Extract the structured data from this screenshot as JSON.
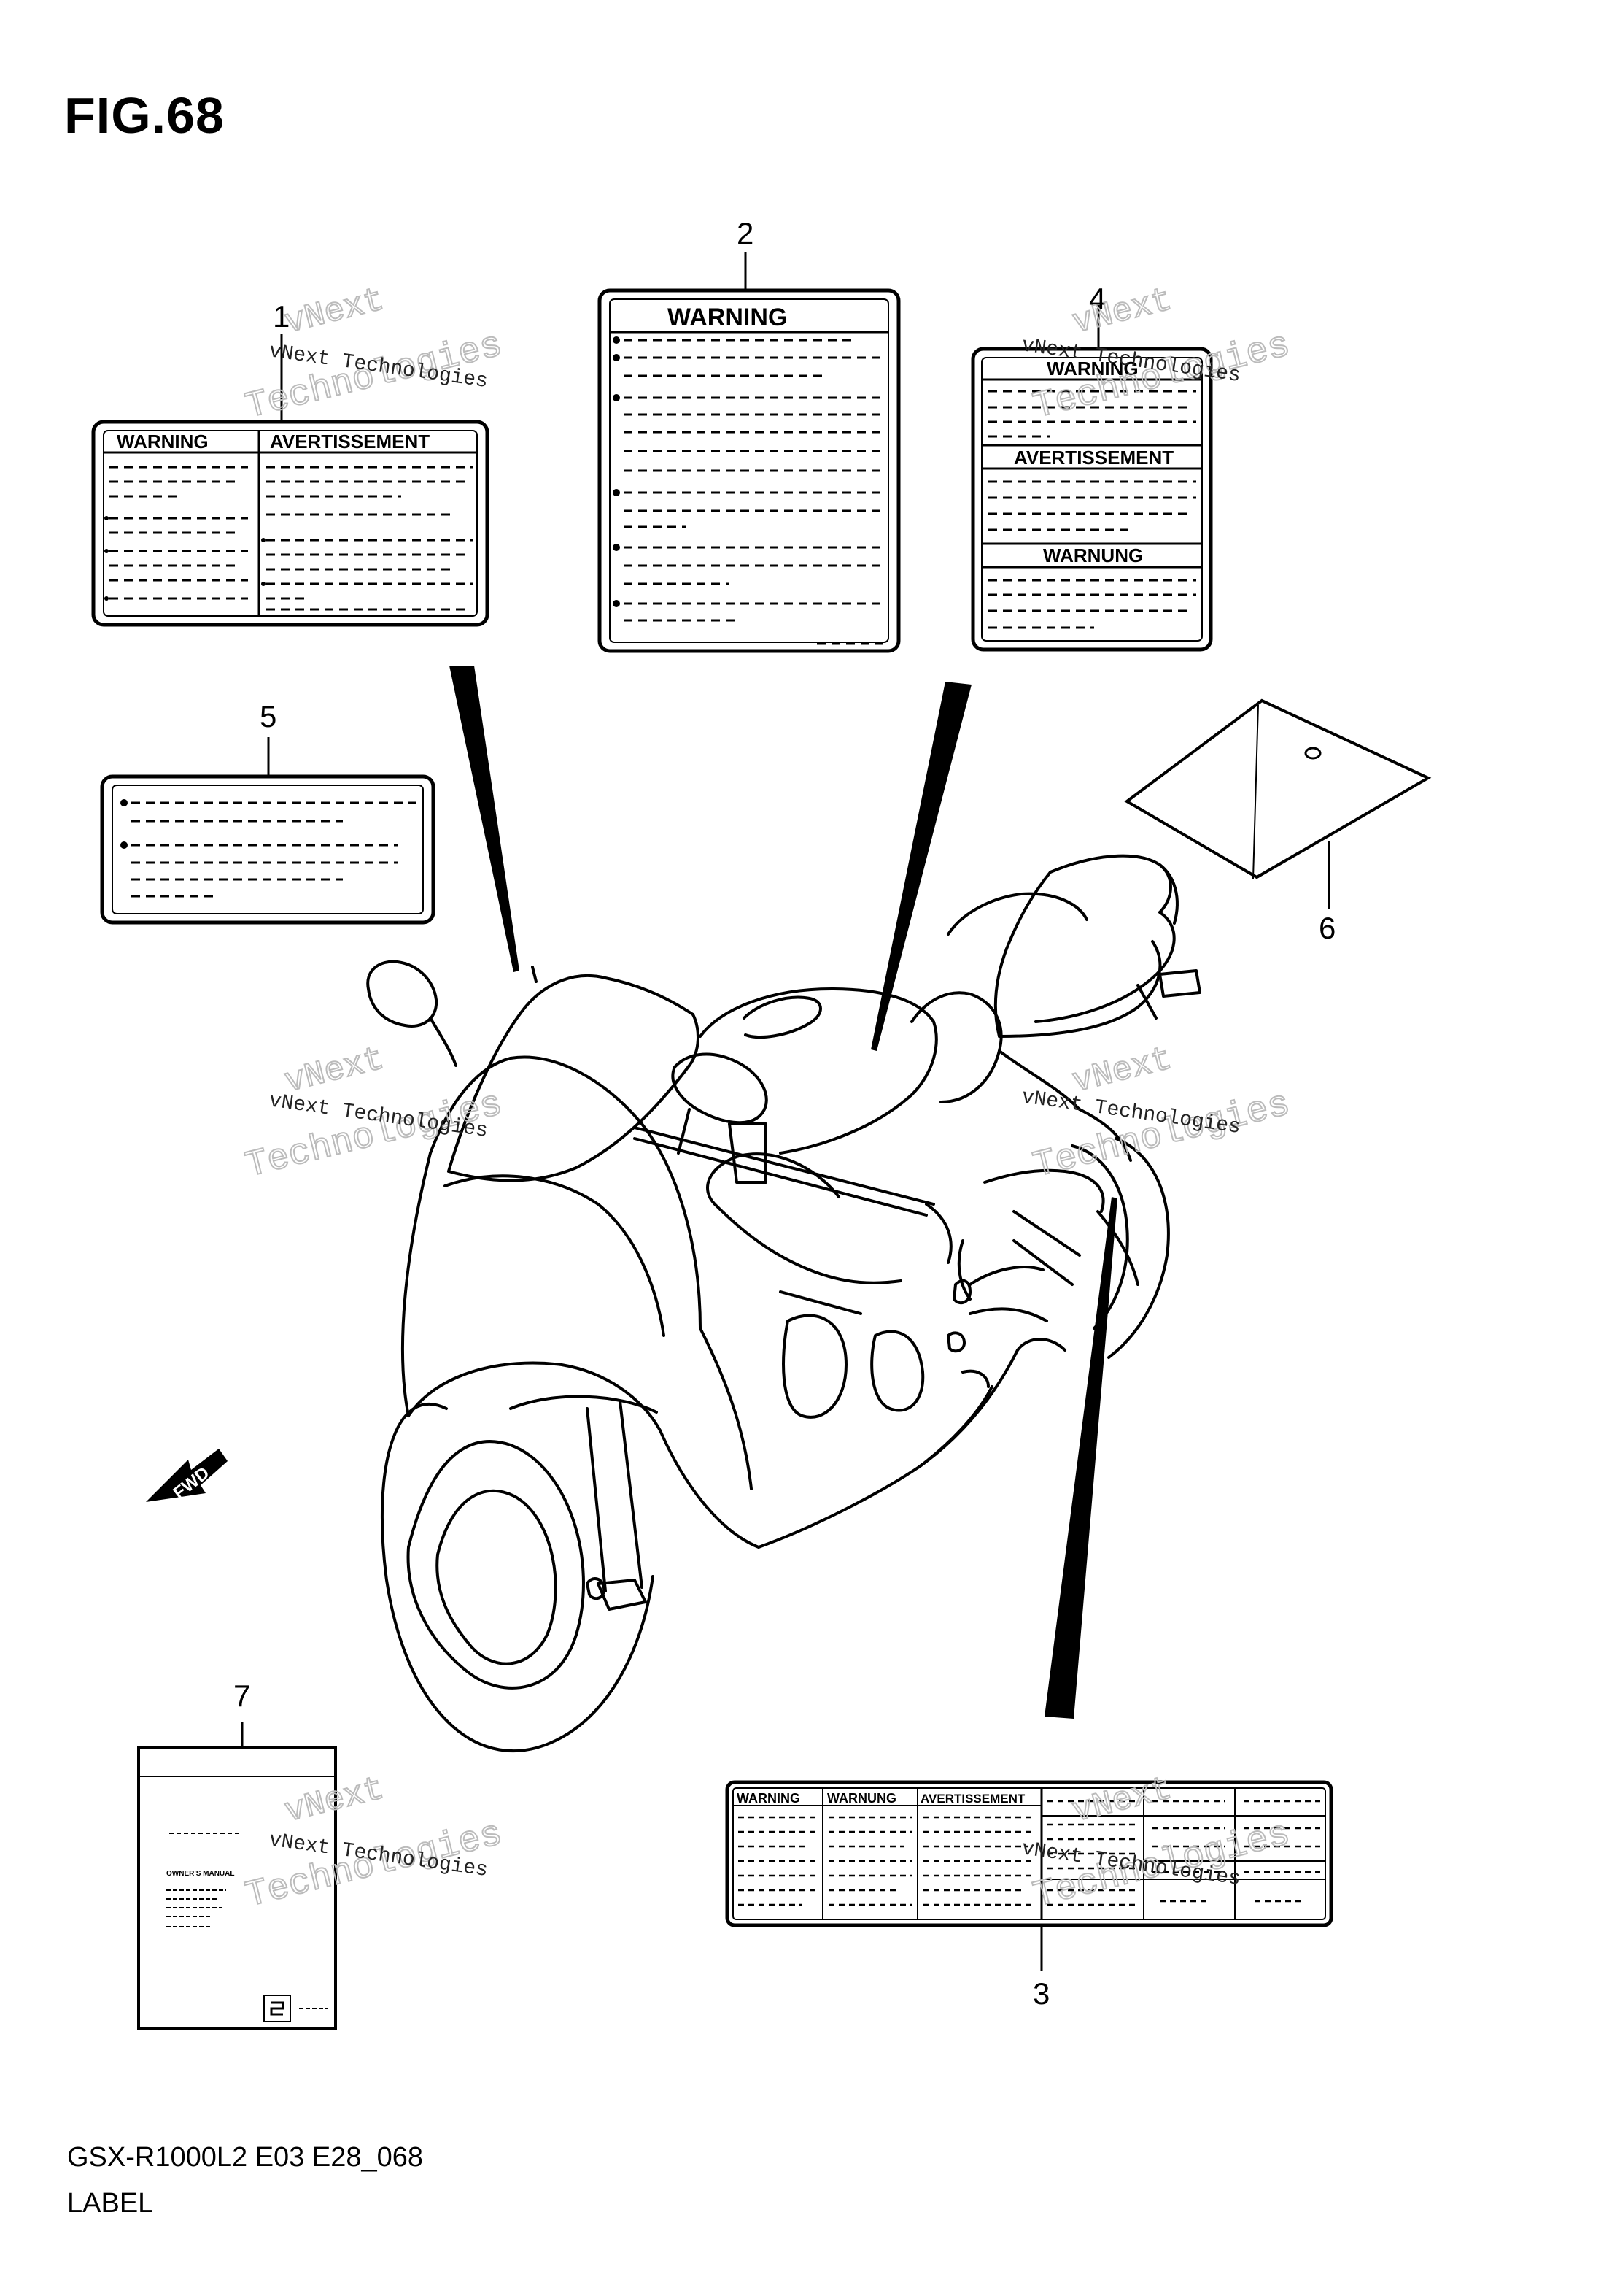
{
  "figure": {
    "title": "FIG.68"
  },
  "footer": {
    "model_code": "GSX-R1000L2 E03 E28_068",
    "section": "LABEL"
  },
  "callouts": [
    "1",
    "2",
    "3",
    "4",
    "5",
    "6",
    "7"
  ],
  "labels": {
    "label_1": {
      "left": "WARNING",
      "right": "AVERTISSEMENT"
    },
    "label_2": {
      "header": "WARNING"
    },
    "label_4": {
      "h1": "WARNING",
      "h2": "AVERTISSEMENT",
      "h3": "WARNUNG"
    },
    "label_3": {
      "h1": "WARNING",
      "h2": "WARNUNG",
      "h3": "AVERTISSEMENT"
    },
    "manual_7": {
      "title": "OWNER'S MANUAL"
    }
  },
  "fwd_arrow": {
    "text": "FWD"
  },
  "watermark": {
    "line1": "vNext Technologies",
    "line2": "vNext",
    "line3": "Technologies"
  },
  "colors": {
    "ink": "#000000",
    "paper": "#ffffff",
    "watermark": "#bbbbbb"
  }
}
